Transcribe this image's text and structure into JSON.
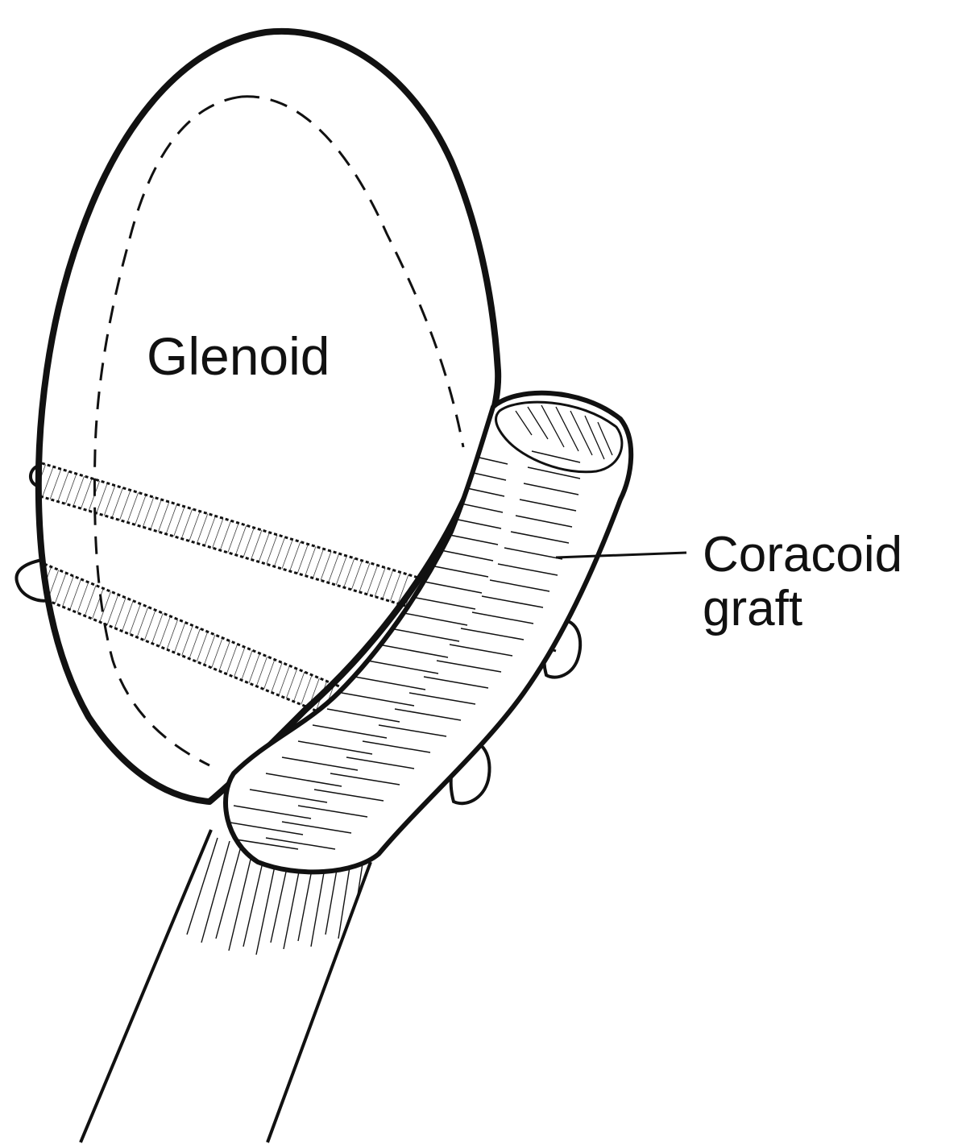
{
  "labels": {
    "glenoid": "Glenoid",
    "coracoid_line1": "Coracoid",
    "coracoid_line2": "graft"
  },
  "colors": {
    "ink": "#111111",
    "background": "#ffffff"
  }
}
